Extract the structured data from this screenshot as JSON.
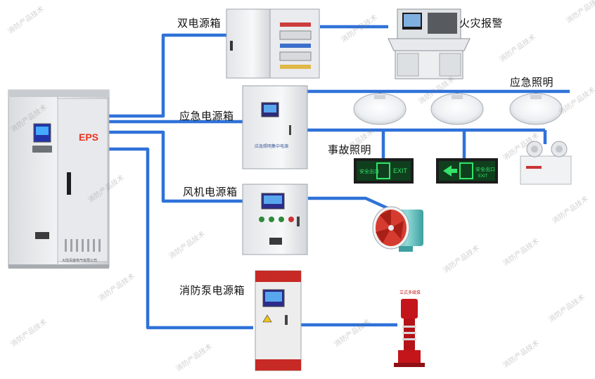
{
  "labels": {
    "dual_power_box": "双电源箱",
    "fire_alarm": "火灾报警",
    "emergency_lighting": "应急照明",
    "emergency_power_box": "应急电源箱",
    "accident_lighting": "事故照明",
    "fan_power_box": "风机电源箱",
    "fire_pump_power_box": "消防泵电源箱"
  },
  "eps_cabinet": {
    "brand_text": "EPS",
    "nameplate": "大陆百盛电气有限公司"
  },
  "emergency_box_text": "应急照明集中电源",
  "exit_signs": [
    {
      "text": "安全出口",
      "exit": "EXIT"
    },
    {
      "text": "安全出口",
      "exit": "EXIT"
    }
  ],
  "pump_label": "立式多级泵",
  "watermark": "消防产品技术",
  "colors": {
    "cable": "#2f72d8",
    "eps_red": "#e8321f",
    "exit_green": "#33e36a",
    "pump_red": "#c4151b"
  }
}
